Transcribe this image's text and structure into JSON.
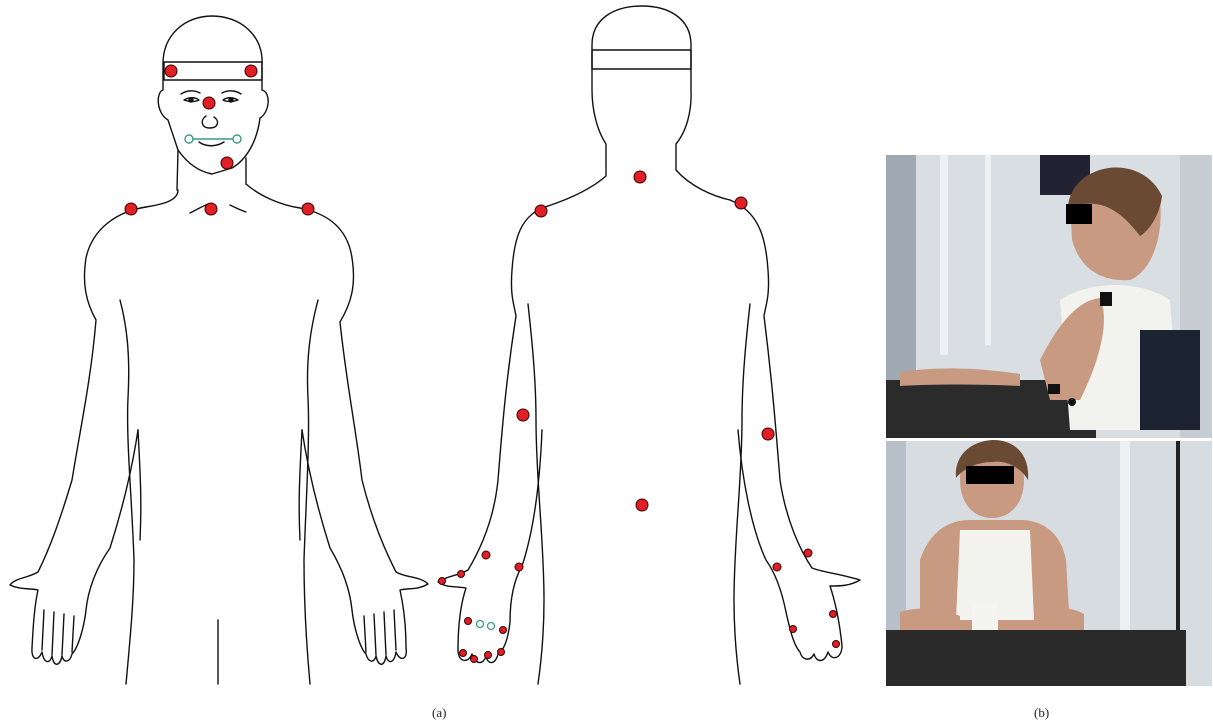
{
  "panels": {
    "a": {
      "label": "(a)"
    },
    "b": {
      "label": "(b)"
    }
  },
  "colors": {
    "marker_fill": "#e01f26",
    "marker_stroke": "#3a0000",
    "open_marker": "#3a9a84",
    "outline": "#111111",
    "skin": "#c89a82",
    "shirt": "#f2f2ee",
    "hair": "#6b4a33",
    "table": "#2a2a2a",
    "wall": "#d9dee2"
  },
  "photos": [
    {
      "name": "participant-side-view-photo",
      "view": "side"
    },
    {
      "name": "participant-front-view-photo",
      "view": "front"
    }
  ]
}
